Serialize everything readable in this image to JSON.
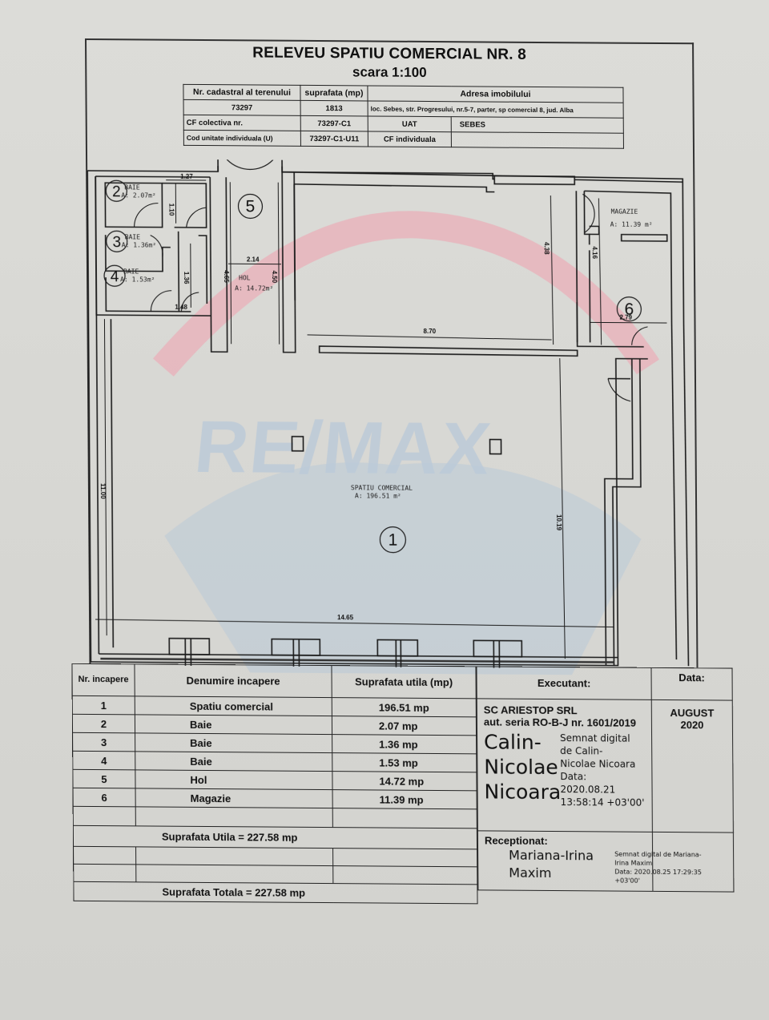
{
  "document": {
    "title": "RELEVEU SPATIU COMERCIAL NR. 8",
    "scale": "scara 1:100"
  },
  "info_table": {
    "headers": {
      "cadastral": "Nr. cadastral al terenului",
      "area": "suprafata (mp)",
      "address": "Adresa imobilului"
    },
    "cadastral_value": "73297",
    "area_value": "1813",
    "address_value": "loc. Sebes, str. Progresului, nr.5-7, parter, sp comercial 8, jud. Alba",
    "cf_colectiva_label": "CF colectiva nr.",
    "cf_colectiva_value": "73297-C1",
    "uat_label": "UAT",
    "uat_value": "SEBES",
    "cod_unitate_label": "Cod unitate individuala (U)",
    "cod_unitate_value": "73297-C1-U11",
    "cf_individuala_label": "CF individuala",
    "cf_individuala_value": ""
  },
  "floor_plan": {
    "watermark": "RE/MAX",
    "watermark_colors": {
      "red": "#e8b4bc",
      "blue": "#b5c6d9"
    },
    "rooms": [
      {
        "nr": "1",
        "label": "SPATIU COMERCIAL",
        "area": "A: 196.51 m²"
      },
      {
        "nr": "2",
        "label": "BAIE",
        "area": "A: 2.07m²"
      },
      {
        "nr": "3",
        "label": "BAIE",
        "area": "A: 1.36m²"
      },
      {
        "nr": "4",
        "label": "BAIE",
        "area": "A: 1.53m²"
      },
      {
        "nr": "5",
        "label": "HOL",
        "area": "A: 14.72m²"
      },
      {
        "nr": "6",
        "label": "MAGAZIE",
        "area": "A: 11.39 m²"
      }
    ],
    "dimensions": {
      "d_1_27": "1.27",
      "d_1_10": "1.10",
      "d_1_36": "1.36",
      "d_1_48": "1.48",
      "d_2_14": "2.14",
      "d_4_65": "4.65",
      "d_4_50": "4.50",
      "d_4_38": "4.38",
      "d_8_70": "8.70",
      "d_4_16": "4.16",
      "d_2_79": "2.79",
      "d_11_00": "11.00",
      "d_10_19": "10.19",
      "d_14_65": "14.65"
    }
  },
  "rooms_table": {
    "headers": {
      "nr": "Nr. incapere",
      "name": "Denumire incapere",
      "area": "Suprafata utila (mp)",
      "executant": "Executant:",
      "date": "Data:"
    },
    "rows": [
      {
        "nr": "1",
        "name": "Spatiu comercial",
        "area": "196.51 mp"
      },
      {
        "nr": "2",
        "name": "Baie",
        "area": "2.07 mp"
      },
      {
        "nr": "3",
        "name": "Baie",
        "area": "1.36 mp"
      },
      {
        "nr": "4",
        "name": "Baie",
        "area": "1.53 mp"
      },
      {
        "nr": "5",
        "name": "Hol",
        "area": "14.72 mp"
      },
      {
        "nr": "6",
        "name": "Magazie",
        "area": "11.39 mp"
      }
    ],
    "suprafata_utila": "Suprafata Utila = 227.58 mp",
    "suprafata_totala": "Suprafata Totala = 227.58 mp",
    "executant": {
      "company": "SC ARIESTOP SRL",
      "authorization": "aut. seria RO-B-J nr. 1601/2019",
      "signer_line1": "Calin-",
      "signer_line2": "Nicolae",
      "signer_line3": "Nicoara",
      "sig_note_1": "Semnat digital",
      "sig_note_2": "de Calin-",
      "sig_note_3": "Nicolae Nicoara",
      "sig_note_4": "Data:",
      "sig_note_5": "2020.08.21",
      "sig_note_6": "13:58:14 +03'00'"
    },
    "date_value_1": "AUGUST",
    "date_value_2": "2020",
    "receptionat": {
      "label": "Receptionat:",
      "signer_line1": "Mariana-Irina",
      "signer_line2": "Maxim",
      "sig_note_1": "Semnat digital de Mariana-",
      "sig_note_2": "Irina Maxim",
      "sig_note_3": "Data: 2020.08.25 17:29:35",
      "sig_note_4": "+03'00'"
    }
  }
}
